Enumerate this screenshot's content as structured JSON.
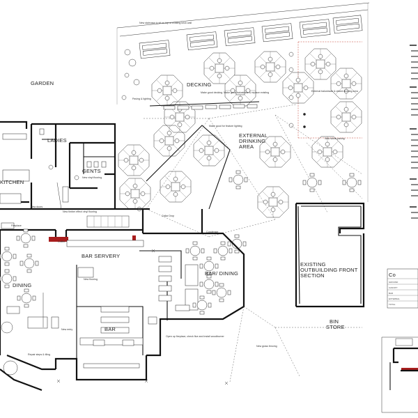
{
  "rooms": {
    "garden": "GARDEN",
    "decking": "DECKING",
    "external_drinking": "EXTERNAL DRINKING AREA",
    "kitchen": "KITCHEN",
    "ladies": "LADIES",
    "gents": "GENTS",
    "bar_servery": "BAR SERVERY",
    "dining": "DINING",
    "bar": "BAR",
    "bar_dining": "BAR/ DINING",
    "existing_outbuilding": "EXISTING OUTBUILDING FRONT SECTION",
    "bin_store": "BIN STORE"
  },
  "notes": {
    "staircase": "New staircase to sit on top of existing brick wall",
    "decking_note": "Make good decking. Make good balustrade & replace existing",
    "external_balustrade": "External balustrade & raised decking area",
    "paving_note": "Paving & lighting",
    "new_stone_paving": "New stone paving",
    "make_good_feature": "Make good for feature lighting",
    "repair_steps": "Repair steps & tiling",
    "new_timber_floor": "New timber effect vinyl flooring",
    "new_vinyl": "New vinyl flooring",
    "cellar_drop": "Cellar Drop",
    "condenser": "Condenser",
    "coffee": "Coffee",
    "new_doors": "New doors",
    "new_entry": "New entry",
    "new_flooring": "New flooring",
    "fireplace": "Fireplace",
    "new_grass": "New grass fencing",
    "open_fireplace": "Open up fireplace, check flue and install woodburner"
  },
  "legend": {
    "heading": "Co",
    "rows": [
      "GROUND",
      "CANOPY",
      "BAR",
      "EXTERNAL",
      "TOTAL"
    ]
  }
}
